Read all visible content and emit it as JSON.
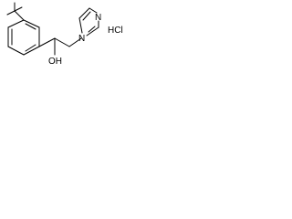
{
  "molecule": {
    "atom_labels": {
      "nitrogen_top": "N",
      "nitrogen_ring": "N",
      "hydroxyl": "OH",
      "salt": "HCl"
    }
  }
}
